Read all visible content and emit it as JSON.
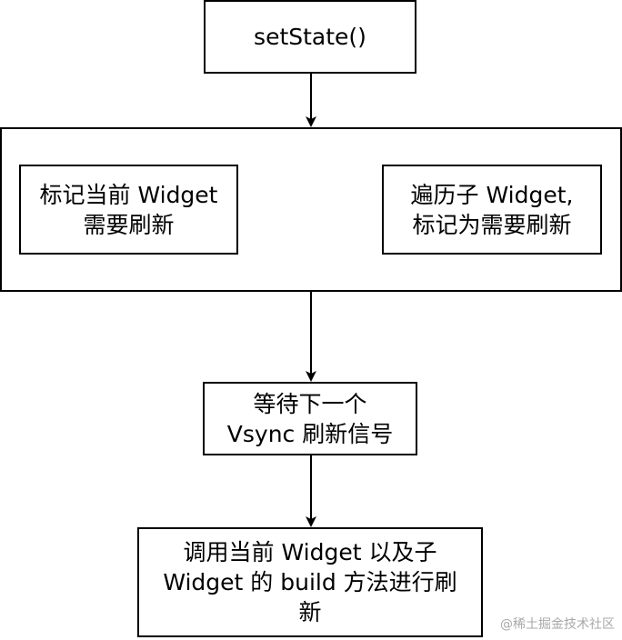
{
  "nodes": {
    "set_state": "setState()",
    "mark_dirty": "标记当前 Widget\n需要刷新",
    "traverse_children": "遍历子 Widget,\n标记为需要刷新",
    "wait_vsync": "等待下一个\nVsync 刷新信号",
    "rebuild": "调用当前 Widget 以及子\nWidget 的 build 方法进行刷\n新"
  },
  "watermark": "@稀土掘金技术社区",
  "colors": {
    "stroke": "#000000",
    "background": "#ffffff",
    "watermark": "#a9a9a9"
  }
}
